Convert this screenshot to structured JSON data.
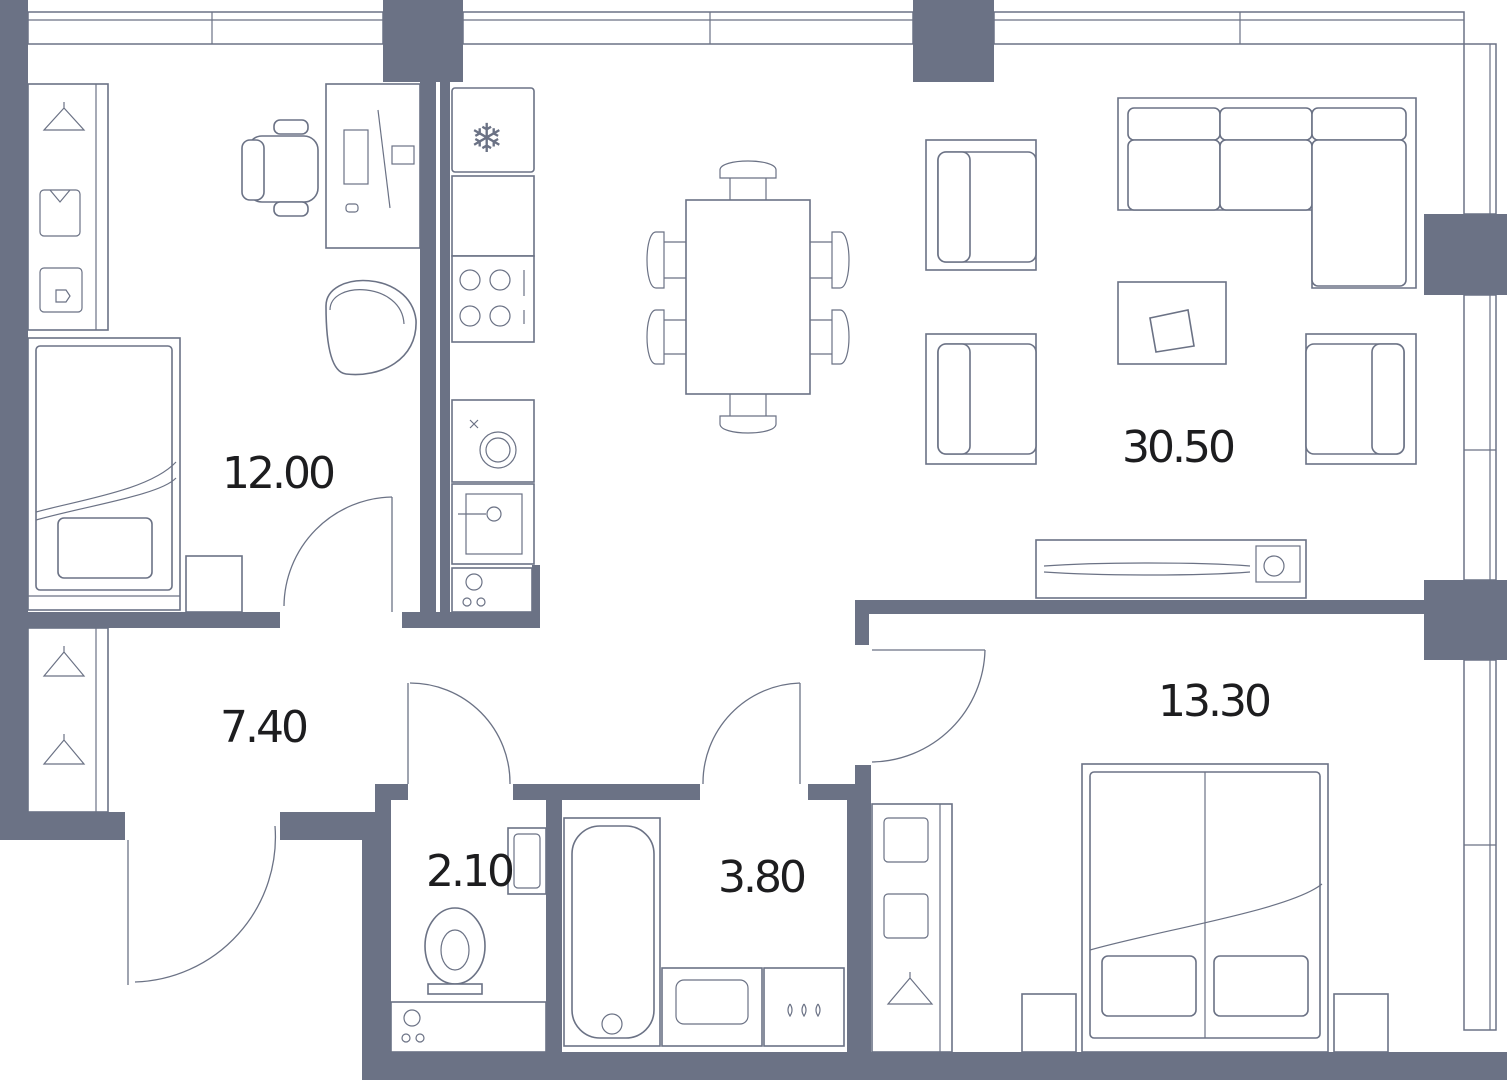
{
  "colors": {
    "wall": "#6b7285",
    "background": "#ffffff",
    "text": "#1d1d1f"
  },
  "rooms": [
    {
      "area": "12.00"
    },
    {
      "area": "30.50"
    },
    {
      "area": "7.40"
    },
    {
      "area": "13.30"
    },
    {
      "area": "2.10"
    },
    {
      "area": "3.80"
    }
  ],
  "icons": {
    "freezer": "❄",
    "hanger": "hanger-icon",
    "shirt": "shirt-icon"
  }
}
